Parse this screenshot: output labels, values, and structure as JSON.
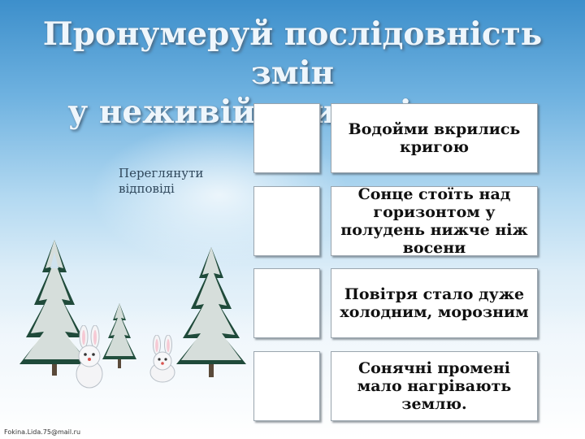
{
  "slide": {
    "title_line1": "Пронумеруй послідовність змін",
    "title_line2": "у неживій природі",
    "review_link": "Переглянути відповіді",
    "footer": "Fokina.Lida.75@mail.ru"
  },
  "cards": [
    {
      "number": "",
      "text": "Водойми вкрились кригою"
    },
    {
      "number": "",
      "text": "Сонце стоїть над горизонтом у полудень нижче ніж восени"
    },
    {
      "number": "",
      "text": "Повітря стало дуже холодним, морозним"
    },
    {
      "number": "",
      "text": "Сонячні промені мало нагрівають землю."
    }
  ],
  "colors": {
    "sky_top": "#3d8fcb",
    "snow": "#f7fbfe",
    "title_text": "#eef6fc",
    "link_text": "#30485c"
  },
  "icons": [
    "snowy-fir-tree-icon",
    "bunny-icon"
  ]
}
